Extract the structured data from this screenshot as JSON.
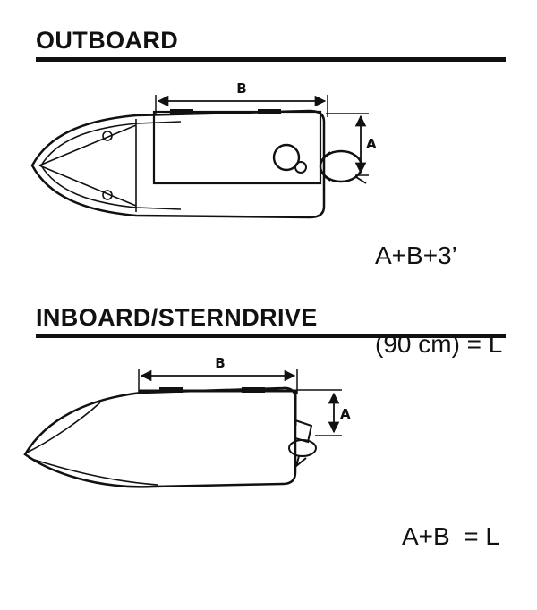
{
  "page": {
    "ink_color": "#111111",
    "background_color": "#ffffff"
  },
  "outboard": {
    "title": "OUTBOARD",
    "dim_b_label": "B",
    "dim_a_label": "A",
    "formula_line1": "A+B+3’",
    "formula_line2": "(90 cm) = L"
  },
  "inboard": {
    "title": "INBOARD/STERNDRIVE",
    "dim_b_label": "B",
    "dim_a_label": "A",
    "formula": "A+B  = L"
  }
}
